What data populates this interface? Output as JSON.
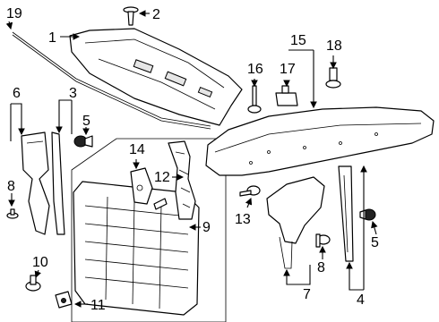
{
  "diagram": {
    "callouts": {
      "n1": "1",
      "n2": "2",
      "n3": "3",
      "n4": "4",
      "n5a": "5",
      "n5b": "5",
      "n6": "6",
      "n7": "7",
      "n8a": "8",
      "n8b": "8",
      "n9": "9",
      "n10": "10",
      "n11": "11",
      "n12": "12",
      "n13": "13",
      "n14": "14",
      "n15": "15",
      "n16": "16",
      "n17": "17",
      "n18": "18",
      "n19": "19"
    }
  }
}
